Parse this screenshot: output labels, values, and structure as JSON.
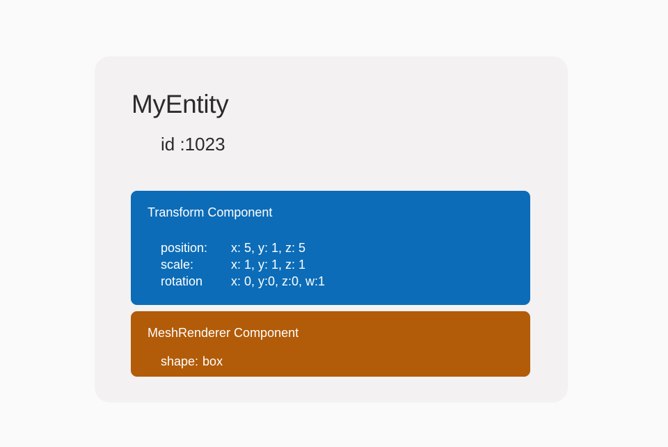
{
  "colors": {
    "page_background": "#fafafa",
    "card_background": "#f3f1f2",
    "transform_accent": "#0c6cb7",
    "meshrenderer_accent": "#b25b08",
    "title_text": "#2b2b2b",
    "component_text": "#ffffff"
  },
  "entity": {
    "name": "MyEntity",
    "id_label": "id :1023"
  },
  "components": [
    {
      "key": "transform",
      "header": "Transform Component",
      "properties": [
        {
          "label": "position:",
          "value": "x: 5, y: 1, z: 5"
        },
        {
          "label": "scale:",
          "value": "x: 1, y: 1, z: 1"
        },
        {
          "label": "rotation",
          "value": "x: 0, y:0, z:0, w:1"
        }
      ]
    },
    {
      "key": "meshrenderer",
      "header": "MeshRenderer Component",
      "properties": [
        {
          "label": "shape:",
          "value": "box"
        }
      ]
    }
  ]
}
